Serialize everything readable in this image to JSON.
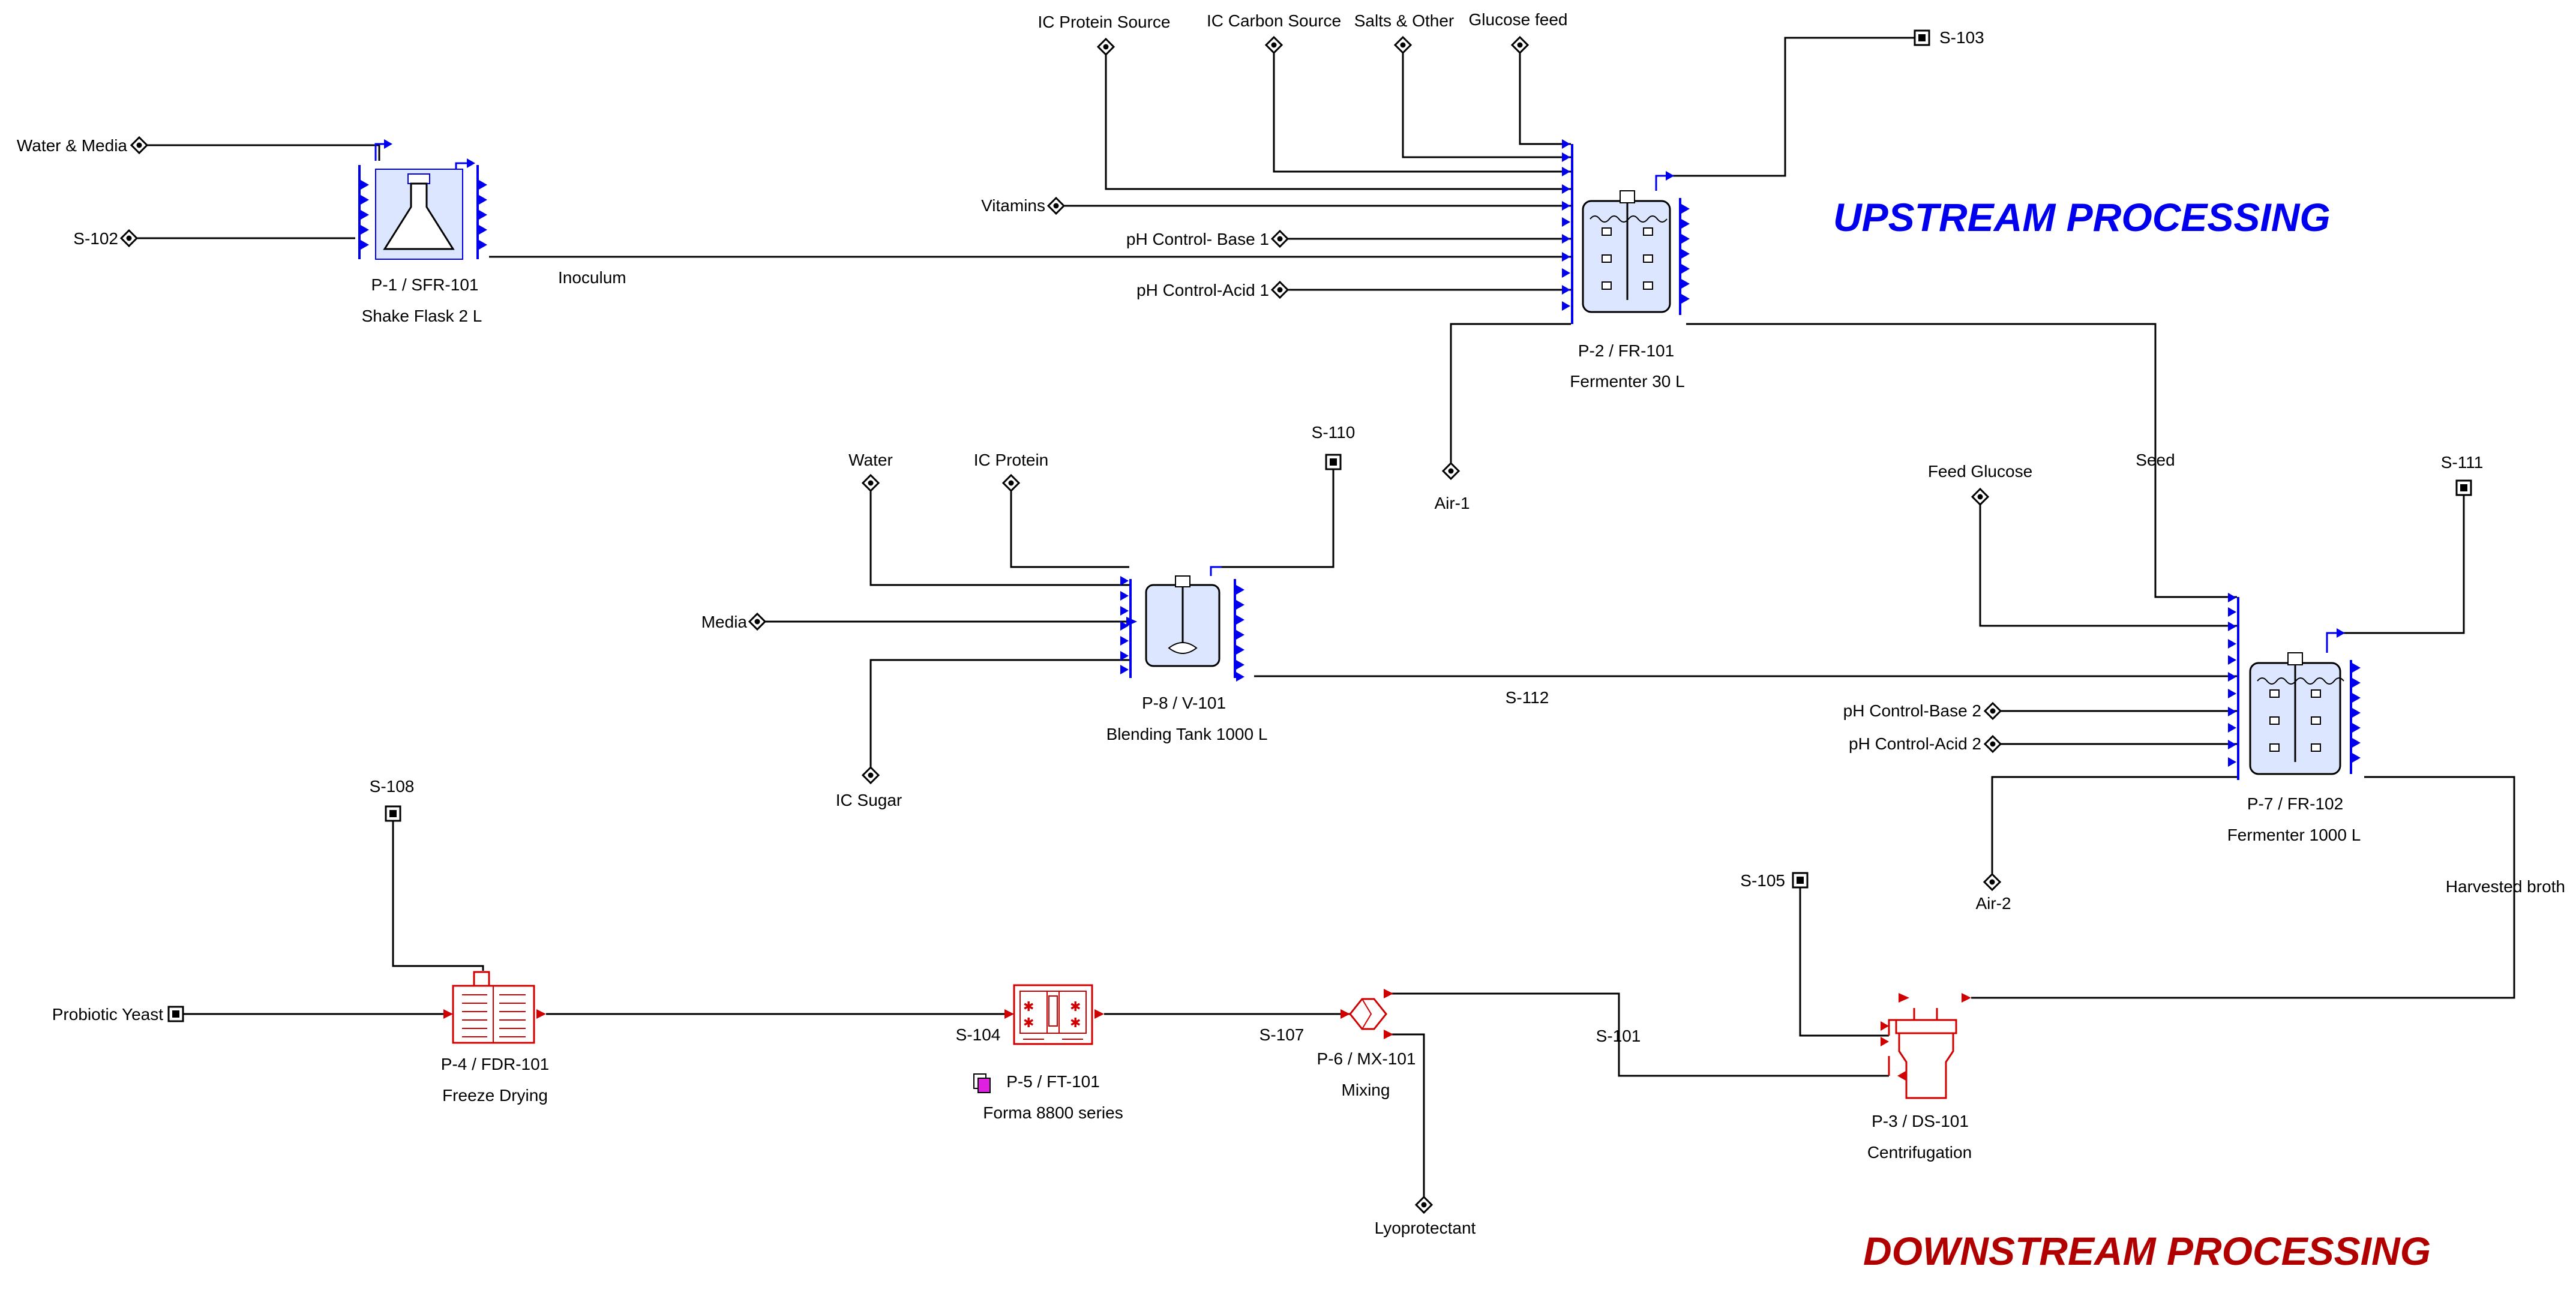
{
  "titles": {
    "upstream": "UPSTREAM PROCESSING",
    "downstream": "DOWNSTREAM PROCESSING"
  },
  "colors": {
    "upstream_accent": "#0000ee",
    "downstream_accent": "#b00000",
    "equipment_blue": "#0000ee",
    "equipment_red": "#d00000",
    "pipe": "#000000",
    "equipment_fill": "#dde6ff"
  },
  "units": {
    "p1": {
      "tag": "P-1 / SFR-101",
      "name": "Shake Flask 2 L"
    },
    "p2": {
      "tag": "P-2 / FR-101",
      "name": "Fermenter 30 L"
    },
    "p8": {
      "tag": "P-8 / V-101",
      "name": "Blending Tank 1000 L"
    },
    "p7": {
      "tag": "P-7 / FR-102",
      "name": "Fermenter 1000 L"
    },
    "p3": {
      "tag": "P-3 / DS-101",
      "name": "Centrifugation"
    },
    "p6": {
      "tag": "P-6 / MX-101",
      "name": "Mixing"
    },
    "p5": {
      "tag": "P-5 / FT-101",
      "name": "Forma 8800 series"
    },
    "p4": {
      "tag": "P-4 / FDR-101",
      "name": "Freeze Drying"
    }
  },
  "streams": {
    "water_media": "Water & Media",
    "s102": "S-102",
    "inoculum": "Inoculum",
    "ic_protein_source": "IC Protein Source",
    "ic_carbon_source": "IC Carbon Source",
    "salts_other": "Salts & Other",
    "glucose_feed": "Glucose feed",
    "s103": "S-103",
    "vitamins": "Vitamins",
    "ph_base1": "pH Control- Base 1",
    "ph_acid1": "pH Control-Acid 1",
    "air1": "Air-1",
    "seed": "Seed",
    "water": "Water",
    "ic_protein": "IC Protein",
    "s110": "S-110",
    "media": "Media",
    "ic_sugar": "IC Sugar",
    "s112": "S-112",
    "feed_glucose": "Feed Glucose",
    "s111": "S-111",
    "ph_base2": "pH Control-Base 2",
    "ph_acid2": "pH Control-Acid 2",
    "air2": "Air-2",
    "harvested_broth": "Harvested broth",
    "s105": "S-105",
    "s101": "S-101",
    "s107": "S-107",
    "lyoprotectant": "Lyoprotectant",
    "s104": "S-104",
    "s108": "S-108",
    "probiotic_yeast": "Probiotic Yeast"
  }
}
